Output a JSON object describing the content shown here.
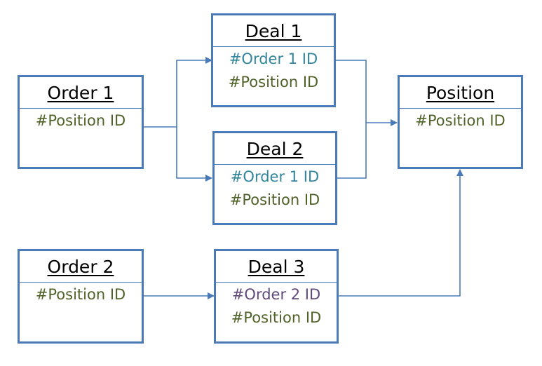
{
  "colors": {
    "border": "#4a7ab8",
    "position_id": "#4f6228",
    "order1_id": "#31859c",
    "order2_id": "#604a7b",
    "connector": "#4a7ab8"
  },
  "entities": {
    "order1": {
      "title": "Order 1",
      "fields": [
        "#Position ID"
      ]
    },
    "order2": {
      "title": "Order 2",
      "fields": [
        "#Position ID"
      ]
    },
    "deal1": {
      "title": "Deal 1",
      "fields": [
        "#Order 1 ID",
        "#Position ID"
      ]
    },
    "deal2": {
      "title": "Deal 2",
      "fields": [
        "#Order 1 ID",
        "#Position ID"
      ]
    },
    "deal3": {
      "title": "Deal 3",
      "fields": [
        "#Order 2 ID",
        "#Position ID"
      ]
    },
    "position": {
      "title": "Position",
      "fields": [
        "#Position ID"
      ]
    }
  }
}
